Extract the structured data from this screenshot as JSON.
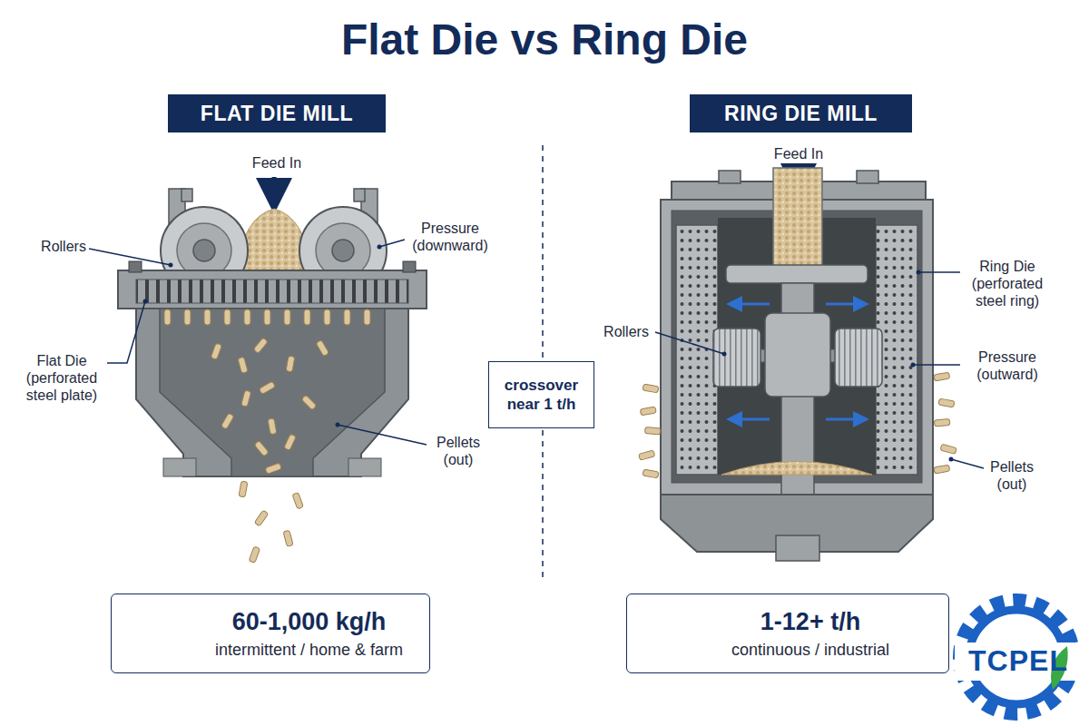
{
  "diagram": {
    "title": "Flat Die vs Ring Die",
    "nodes": [
      {
        "text": [
          "FLAT DIE MILL"
        ]
      },
      {
        "text": [
          "RING DIE MILL"
        ]
      },
      {
        "text": [
          "crossover near 1 t/h"
        ]
      },
      {
        "text": [
          "60-1,000 kg/h",
          "intermittent / home & farm"
        ]
      },
      {
        "text": [
          "1-12+ t/h",
          "continuous / industrial"
        ]
      }
    ],
    "labels": [
      "Feed In",
      "Feed In",
      "Rollers",
      "Pressure (downward)",
      "Flat Die (perforated steel plate)",
      "Pellets (out)",
      "Ring Die (perforated steel ring)",
      "Rollers",
      "Pressure (outward)",
      "Pellets (out)",
      "TCPEL"
    ]
  }
}
